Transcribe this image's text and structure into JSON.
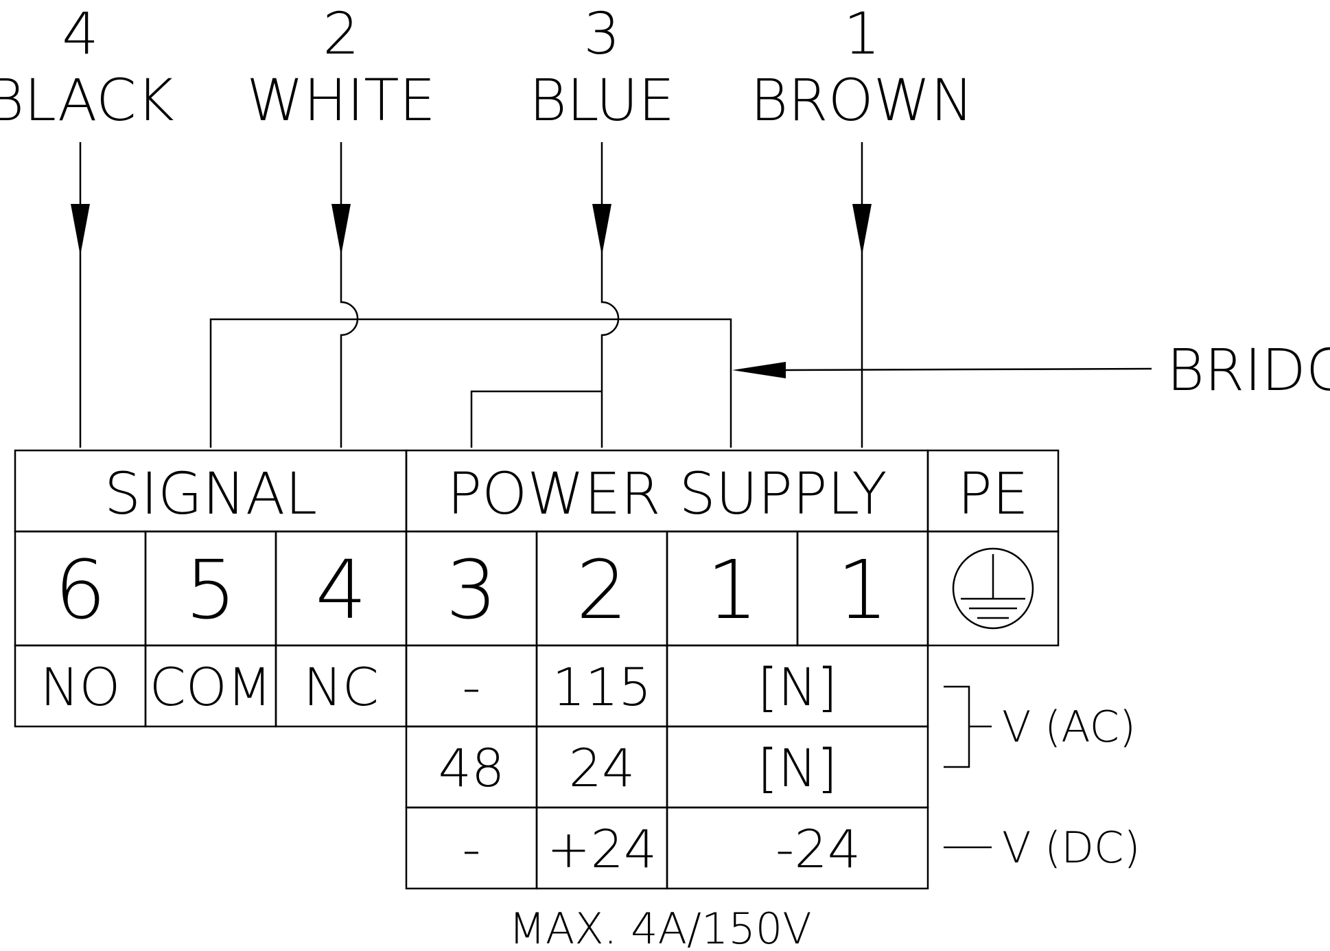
{
  "wires": [
    {
      "number": "4",
      "color": "BLACK"
    },
    {
      "number": "2",
      "color": "WHITE"
    },
    {
      "number": "3",
      "color": "BLUE"
    },
    {
      "number": "1",
      "color": "BROWN"
    }
  ],
  "bridge_label": "BRIDGE",
  "headers": {
    "signal": "SIGNAL",
    "power_supply": "POWER SUPPLY",
    "pe": "PE"
  },
  "terminals": [
    "6",
    "5",
    "4",
    "3",
    "2",
    "1",
    "1"
  ],
  "signal_functions": [
    "NO",
    "COM",
    "NC"
  ],
  "voltage_rows": [
    {
      "col3": "-",
      "col2": "115",
      "col1": "[N]"
    },
    {
      "col3": "48",
      "col2": "24",
      "col1": "[N]"
    },
    {
      "col3": "-",
      "col2": "+24",
      "col1": "-24"
    }
  ],
  "voltage_labels": {
    "ac": "V (AC)",
    "dc": "V (DC)"
  },
  "rating": "MAX. 4A/150V",
  "icons": {
    "pe": "protective-earth-icon"
  }
}
